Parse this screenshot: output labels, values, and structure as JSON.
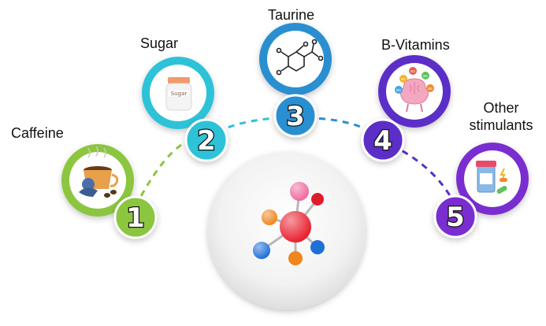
{
  "colors": {
    "green": "#8cc63f",
    "teal": "#2fc2d8",
    "blue": "#2b8fd0",
    "indigo": "#5b2fc8",
    "purple": "#7a2fd0"
  },
  "items": [
    {
      "label": "Caffeine",
      "number": "1",
      "icon": "coffee-cup-icon",
      "color": "#8cc63f"
    },
    {
      "label": "Sugar",
      "number": "2",
      "icon": "sugar-jar-icon",
      "color": "#2fc2d8",
      "jar_text": "Sugar"
    },
    {
      "label": "Taurine",
      "number": "3",
      "icon": "molecule-structure-icon",
      "color": "#2b8fd0"
    },
    {
      "label": "B-Vitamins",
      "number": "4",
      "icon": "brain-vitamins-icon",
      "color": "#5b2fc8",
      "vitamin_tags": [
        "B1",
        "B2",
        "B3",
        "B5",
        "B6"
      ]
    },
    {
      "label_lines": [
        "Other",
        "stimulants"
      ],
      "number": "5",
      "icon": "pill-bottle-icon",
      "color": "#7a2fd0"
    }
  ],
  "center_icon": "molecule-icon"
}
